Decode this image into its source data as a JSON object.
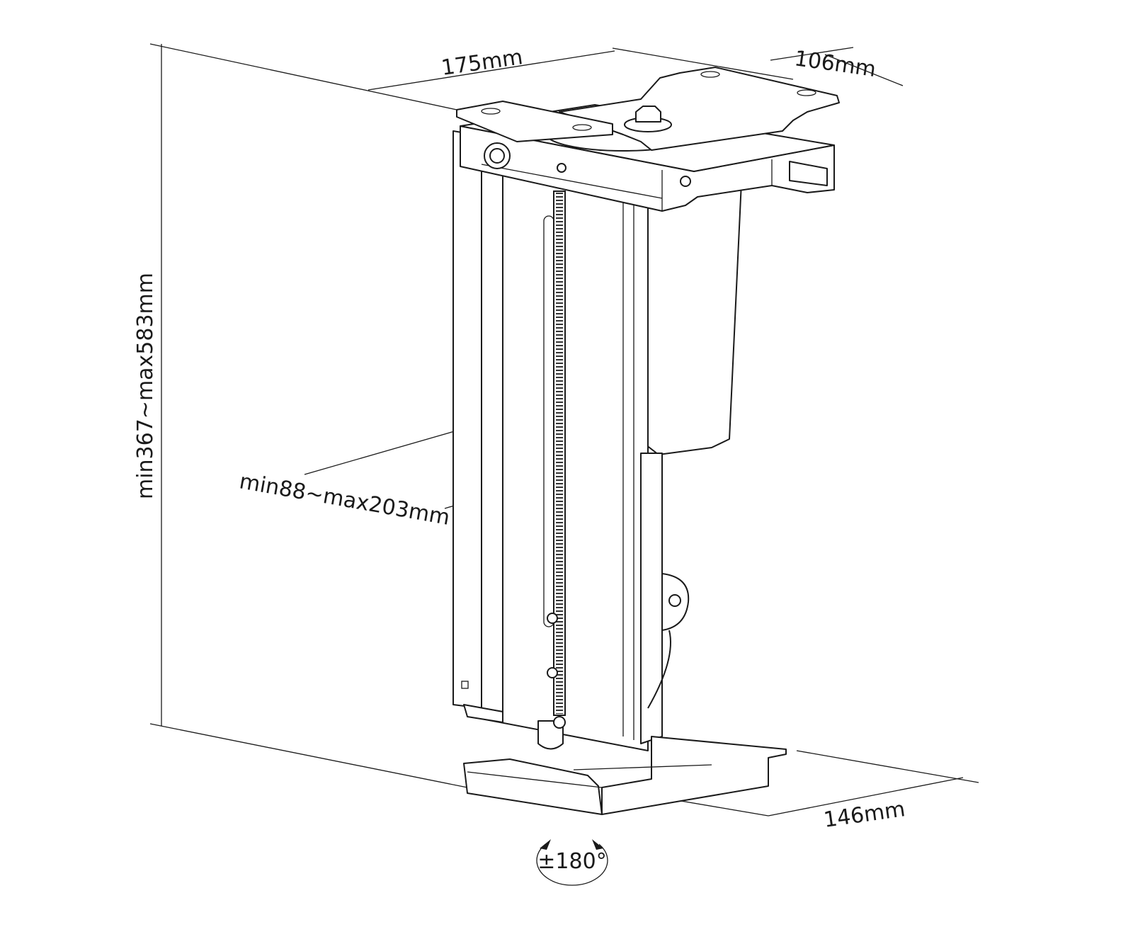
{
  "dimensions": {
    "depth": "175mm",
    "top_width": "106mm",
    "height_range": "min367~max583mm",
    "width_range": "min88~max203mm",
    "base_width": "146mm",
    "rotation": "±180°"
  }
}
